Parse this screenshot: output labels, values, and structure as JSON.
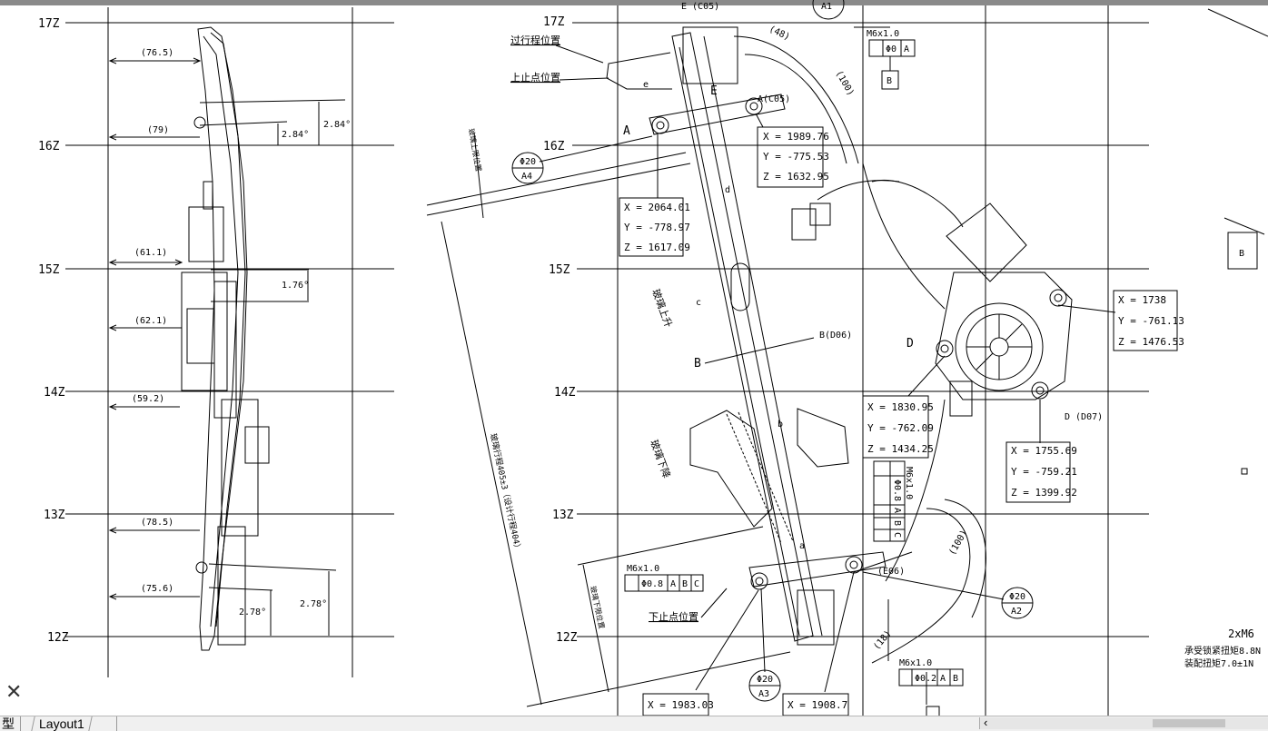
{
  "tabs": {
    "model": "型",
    "layout1": "Layout1"
  },
  "levels": [
    "17Z",
    "16Z",
    "15Z",
    "14Z",
    "13Z",
    "12Z"
  ],
  "side_view": {
    "dims": [
      "(76.5)",
      "(79)",
      "(61.1)",
      "(62.1)",
      "(59.2)",
      "(78.5)",
      "(75.6)"
    ],
    "angles_top": [
      "2.84°",
      "2.84°"
    ],
    "angle_mid": "1.76°",
    "angles_bottom": [
      "2.78°",
      "2.78°"
    ]
  },
  "main_view": {
    "label_travel": "过行程位置",
    "label_top_dead": "上止点位置",
    "label_bottom_dead": "下止点位置",
    "label_glass_rise": "玻璃上升",
    "label_glass_fall": "玻璃下降",
    "label_stroke": "玻璃行程405±3（设计行程404）",
    "label_limit_left": "玻璃上限位置",
    "label_limit_lower": "玻璃下限位置",
    "callout_top": "E (C05)",
    "callout_a1": "A1",
    "ref_a_c05": "A(C05)",
    "ref_b_d06": "B(D06)",
    "ref_d_d07": "D (D07)",
    "ref_e06": "(E06)",
    "letter_a": "A",
    "letter_b": "B",
    "letter_d": "D",
    "letter_e": "E",
    "part_letters": [
      "a",
      "b",
      "c",
      "d",
      "e"
    ],
    "dim_100_top": "(100)",
    "dim_100_bottom": "(100)",
    "dim_48": "(48)",
    "dim_18": "(18)",
    "phi20": "Φ20",
    "bubble_a4": "A4",
    "bubble_a2": "A2",
    "bubble_a3": "A3",
    "m6_labels": [
      "M6x1.0",
      "M6x1.0",
      "M6x1.0",
      "M6x1.0"
    ],
    "m6_caption": "2xM6",
    "torque_1": "承受锁紧扭矩8.8N",
    "torque_2": "装配扭矩7.0±1N",
    "fcf_top": [
      "Φ0",
      "A"
    ],
    "fcf_top_datum": "B",
    "fcf_left": [
      "Φ0.8",
      "A",
      "B",
      "C"
    ],
    "fcf_vert": [
      "Φ0.8",
      "A",
      "B",
      "C"
    ],
    "fcf_bottom": [
      "Φ0.2",
      "A",
      "B"
    ],
    "coords": [
      {
        "x": "X = 1989.76",
        "y": "Y = -775.53",
        "z": "Z = 1632.95"
      },
      {
        "x": "X = 2064.01",
        "y": "Y = -778.97",
        "z": "Z = 1617.09"
      },
      {
        "x": "X = 1738",
        "y": "Y = -761.13",
        "z": "Z = 1476.53"
      },
      {
        "x": "X = 1830.95",
        "y": "Y = -762.09",
        "z": "Z = 1434.25"
      },
      {
        "x": "X = 1755.69",
        "y": "Y = -759.21",
        "z": "Z = 1399.92"
      }
    ],
    "coord_bottom_left": "X = 1983.03",
    "coord_bottom_right": "X = 1908.7",
    "right_edge_bubble": "B"
  }
}
